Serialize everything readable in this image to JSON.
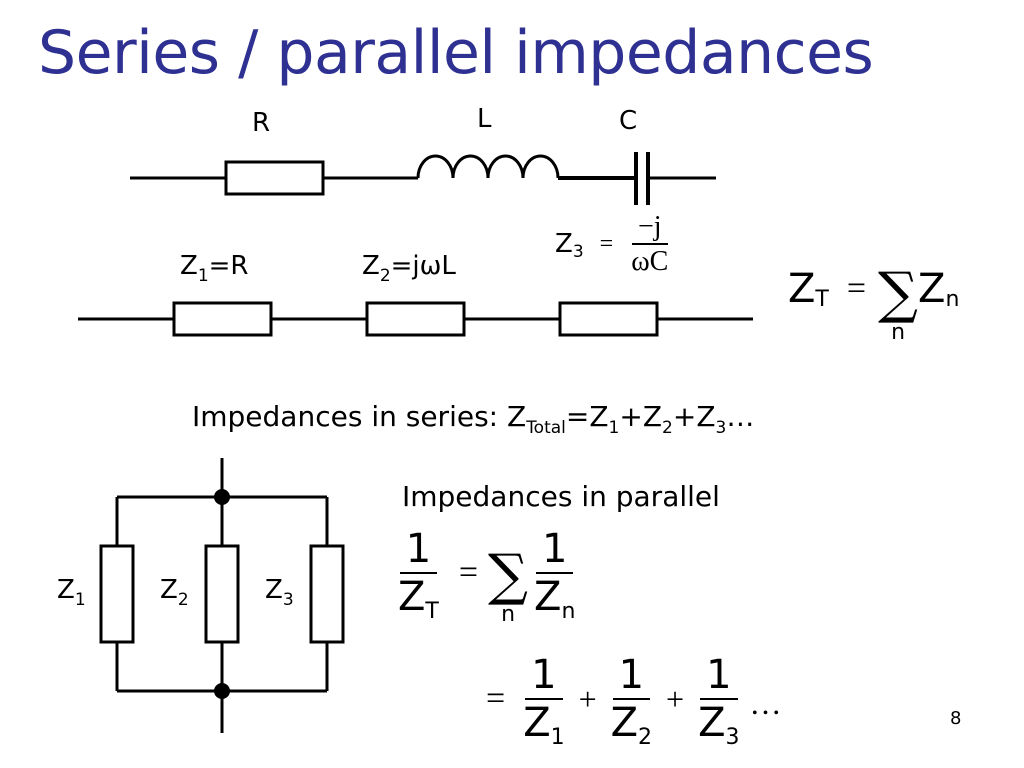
{
  "title": "Series / parallel impedances",
  "circuit_top": {
    "r": "R",
    "l": "L",
    "c": "C"
  },
  "series": {
    "z": "Z",
    "n1": "1",
    "eq1": "=R",
    "n2": "2",
    "eq2": "=jωL",
    "n3": "3",
    "eq3": "=",
    "z3_num": "−j",
    "z3_den": "ωC"
  },
  "sum_formula": {
    "lhs": "Z",
    "lhs_sub": "T",
    "eq": "=",
    "sigma": "∑",
    "idx": "n",
    "rhs": "Z",
    "rhs_sub": "n"
  },
  "series_text": {
    "text": "Impedances in series: ",
    "z": "Z",
    "total": "Total",
    "eq": "=Z",
    "s1": "1",
    "plus2": "+Z",
    "s2": "2",
    "plus3": "+Z",
    "s3": "3",
    "ellipsis": "…"
  },
  "parallel": {
    "heading": "Impedances in parallel",
    "z": "Z",
    "n1": "1",
    "n2": "2",
    "n3": "3"
  },
  "parallel_formula": {
    "one": "1",
    "zt": "Z",
    "zt_sub": "T",
    "eq": "=",
    "sigma": "∑",
    "idx": "n",
    "zn": "Z",
    "zn_sub": "n",
    "plus": "+",
    "z": "Z",
    "s1": "1",
    "s2": "2",
    "s3": "3",
    "dots": "…"
  },
  "page_number": "8"
}
